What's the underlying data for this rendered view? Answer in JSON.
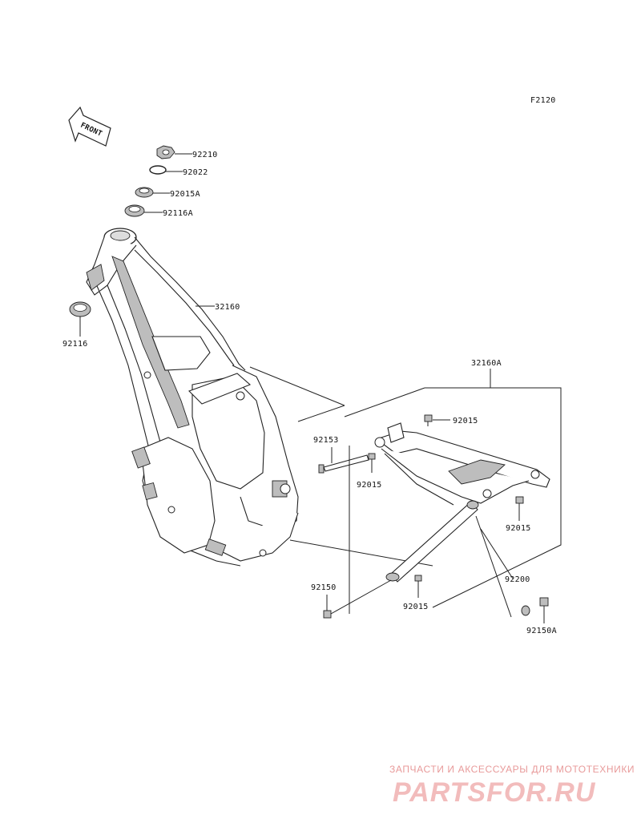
{
  "figure_code": "F2120",
  "front_label": "FRONT",
  "parts": {
    "nut_top": "92210",
    "washer": "92022",
    "bearing_upper": "92015A",
    "seal_upper": "92116A",
    "frame": "32160",
    "seal_lower": "92116",
    "subframe": "32160A",
    "bolt_long": "92153",
    "bolt_subframe_top": "92015",
    "bolt_subframe_left": "92015",
    "bolt_subframe_right": "92015",
    "bolt_lower": "92150",
    "bolt_lower_stay": "92015",
    "stay": "92200",
    "bolt_stay_end": "92150A"
  },
  "watermark": {
    "line1": "ЗАПЧАСТИ И АКСЕССУАРЫ ДЛЯ МОТОТЕХНИКИ",
    "line2": "PARTSFOR.RU"
  }
}
